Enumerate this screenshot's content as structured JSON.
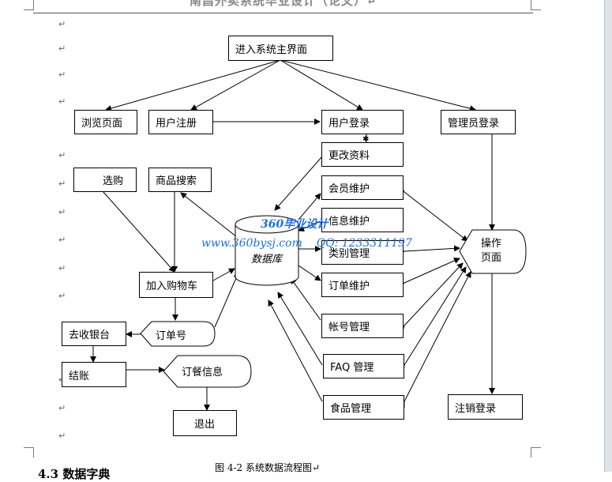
{
  "header": {
    "title": "南昌外卖系统毕业设计（论文）↵"
  },
  "para_mark": "↵",
  "nodes": {
    "main": "进入系统主界面",
    "browse": "浏览页面",
    "register": "用户注册",
    "login": "用户登录",
    "admin_login": "管理员登录",
    "edit_info": "更改资料",
    "member": "会员维护",
    "info": "信息维护",
    "category": "类别管理",
    "order_maint": "订单维护",
    "account": "帐号管理",
    "faq": "FAQ 管理",
    "food": "食品管理",
    "select": "选购",
    "search": "商品搜索",
    "cart": "加入购物车",
    "order_no": "订单号",
    "checkout_counter": "去收银台",
    "settle": "结账",
    "order_info": "订餐信息",
    "exit": "退出",
    "operate": "操作\n页面",
    "logout": "注销登录",
    "database": "数据库"
  },
  "watermark": {
    "line1": "360毕业设计",
    "line2": "www.360bysj.com    QQ: 1233311197"
  },
  "caption": "图 4-2    系统数据流程图↵",
  "section_title": "4.3  数据字典"
}
